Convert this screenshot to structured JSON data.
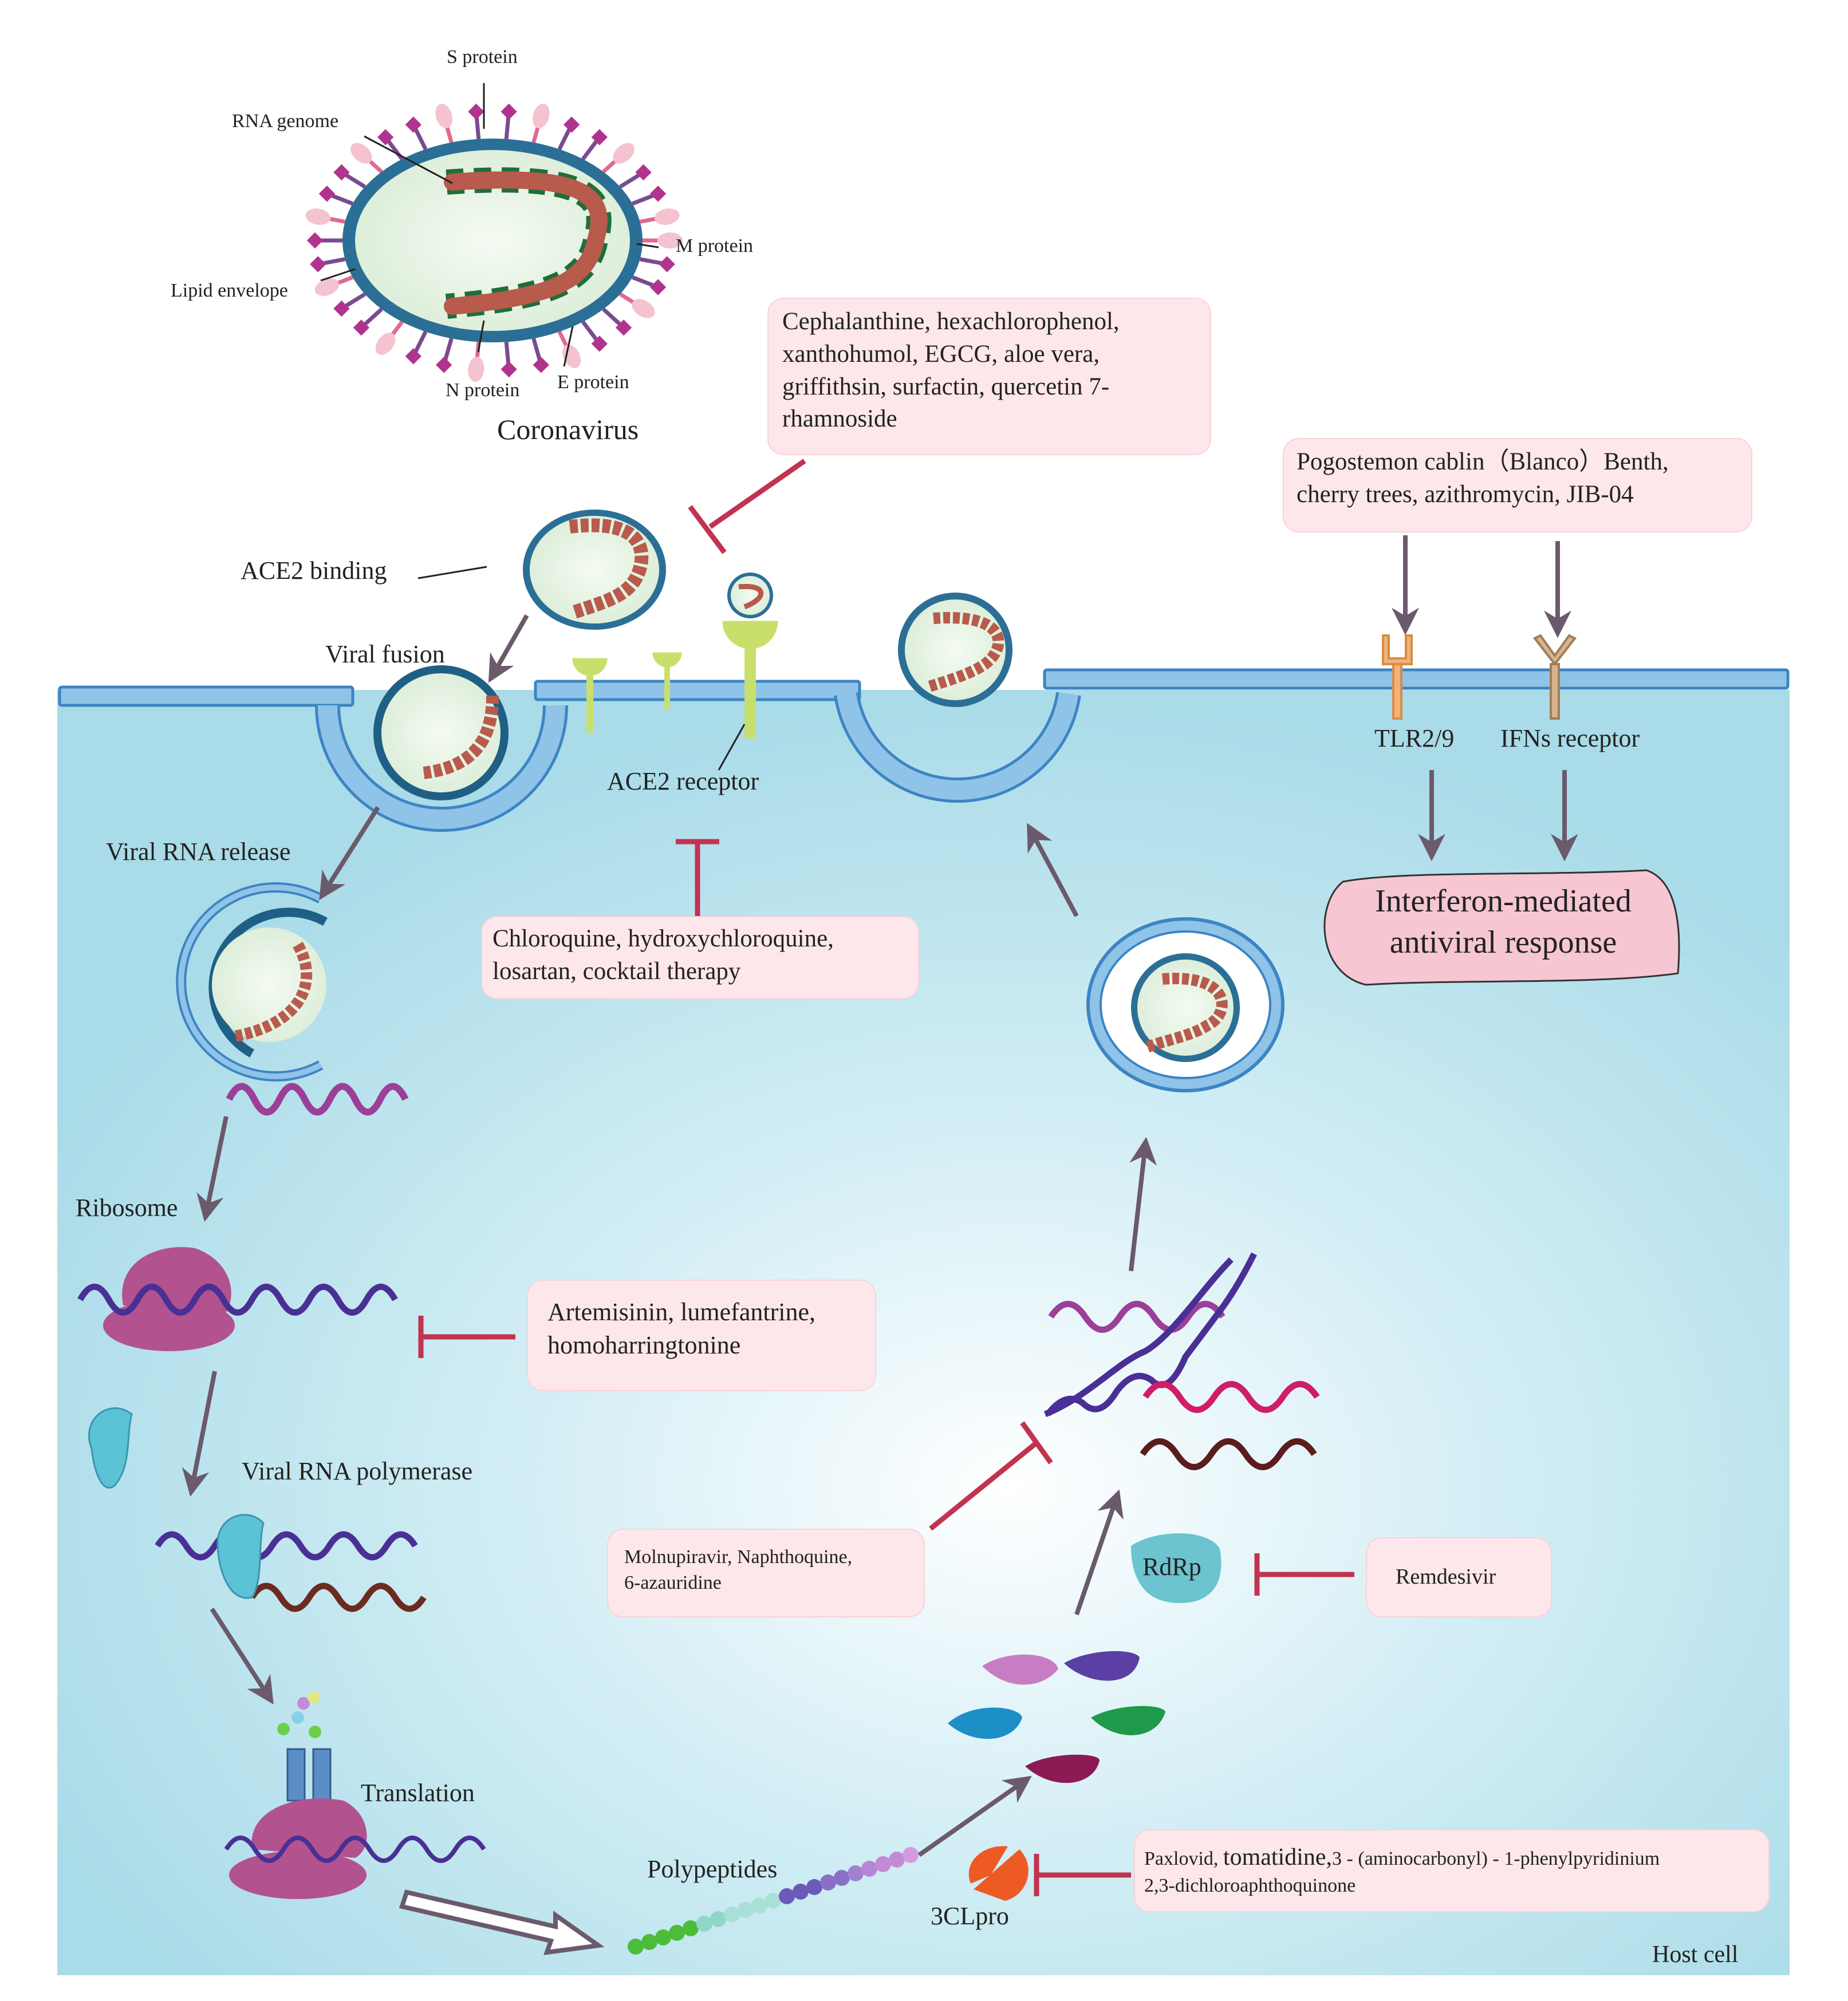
{
  "virion": {
    "s_protein": "S protein",
    "rna_genome": "RNA genome",
    "m_protein": "M protein",
    "lipid_envelope": "Lipid envelope",
    "n_protein": "N protein",
    "e_protein": "E protein",
    "name": "Coronavirus"
  },
  "steps": {
    "ace2_binding": "ACE2 binding",
    "viral_fusion": "Viral fusion",
    "ace2_receptor": "ACE2 receptor",
    "viral_rna_release": "Viral RNA release",
    "ribosome": "Ribosome",
    "viral_rna_polymerase": "Viral RNA polymerase",
    "translation": "Translation",
    "polypeptides": "Polypeptides",
    "clpro": "3CLpro",
    "rdrp": "RdRp",
    "tlr": "TLR2/9",
    "ifn_receptor": "IFNs receptor",
    "host_cell": "Host cell"
  },
  "response": {
    "line1": "Interferon-mediated",
    "line2": "antiviral response"
  },
  "inhibitors": {
    "entry": [
      "Cephalanthine, hexachlorophenol,",
      "xanthohumol, EGCG, aloe vera,",
      "griffithsin, surfactin, quercetin 7-",
      "rhamnoside"
    ],
    "immune": [
      "Pogostemon cablin（Blanco）Benth,",
      "cherry trees, azithromycin, JIB-04"
    ],
    "receptor": [
      "Chloroquine, hydroxychloroquine,",
      "losartan, cocktail therapy"
    ],
    "translation": [
      "Artemisinin, lumefantrine,",
      "homoharringtonine"
    ],
    "replication": [
      "Molnupiravir, Naphthoquine,",
      "6-azauridine"
    ],
    "rdrp": [
      "Remdesivir"
    ],
    "protease_a": "Paxlovid, ",
    "protease_b": "tomatidine,",
    "protease_c": "3 - (aminocarbonyl) - 1-phenylpyridinium",
    "protease_d": "2,3-dichloroaphthoquinone"
  },
  "colors": {
    "cytoplasm": "#a9dbe8",
    "membrane": "#6aaedc",
    "arrow": "#6b5a6b",
    "inhibit": "#c2334f",
    "box": "#fde7ea",
    "ribosome": "#b2528f",
    "polymerase": "#5cc3d6",
    "rdrp": "#6bc4cf",
    "response": "#f6c6d3"
  }
}
